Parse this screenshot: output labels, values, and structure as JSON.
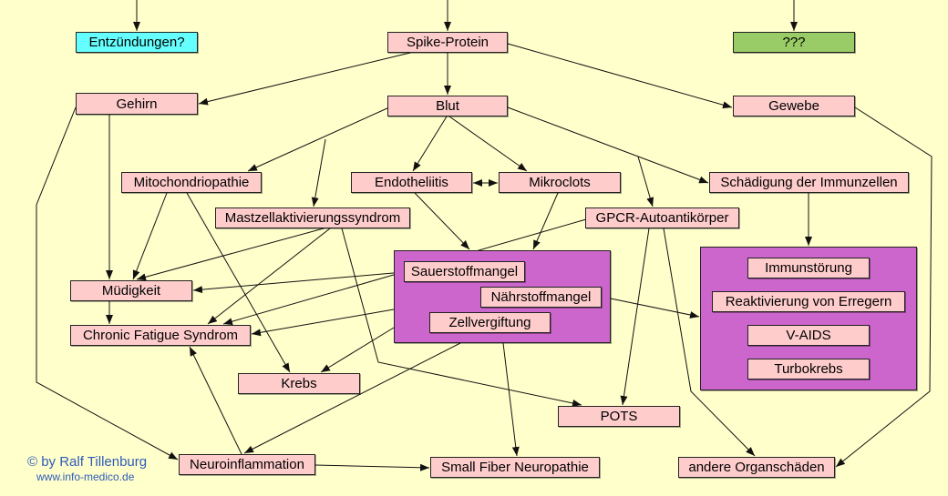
{
  "colors": {
    "background": "#FFFFCC",
    "node": "#FFCCCC",
    "cyan": "#66FFFF",
    "green": "#99CC66",
    "purple": "#CC66CC",
    "credit": "#2F5BB7"
  },
  "nodes": {
    "entzuendungen": "Entzündungen?",
    "spike_protein": "Spike-Protein",
    "unknown": "???",
    "gehirn": "Gehirn",
    "blut": "Blut",
    "gewebe": "Gewebe",
    "mitochondriopathie": "Mitochondriopathie",
    "endotheliitis": "Endotheliitis",
    "mikroclots": "Mikroclots",
    "schaedigung_immunzellen": "Schädigung der Immunzellen",
    "mastzellaktivierungssyndrom": "Mastzellaktivierungssyndrom",
    "gpcr_autoantikoerper": "GPCR-Autoantikörper",
    "sauerstoffmangel": "Sauerstoffmangel",
    "naehrstoffmangel": "Nährstoffmangel",
    "zellvergiftung": "Zellvergiftung",
    "immunstoerung": "Immunstörung",
    "reaktivierung": "Reaktivierung von Erregern",
    "v_aids": "V-AIDS",
    "turbokrebs": "Turbokrebs",
    "muedigkeit": "Müdigkeit",
    "chronic_fatigue": "Chronic Fatigue Syndrom",
    "krebs": "Krebs",
    "pots": "POTS",
    "neuroinflammation": "Neuroinflammation",
    "small_fiber": "Small Fiber Neuropathie",
    "organschaeden": "andere Organschäden"
  },
  "credit": {
    "author": "© by Ralf Tillenburg",
    "website": "www.info-medico.de"
  }
}
